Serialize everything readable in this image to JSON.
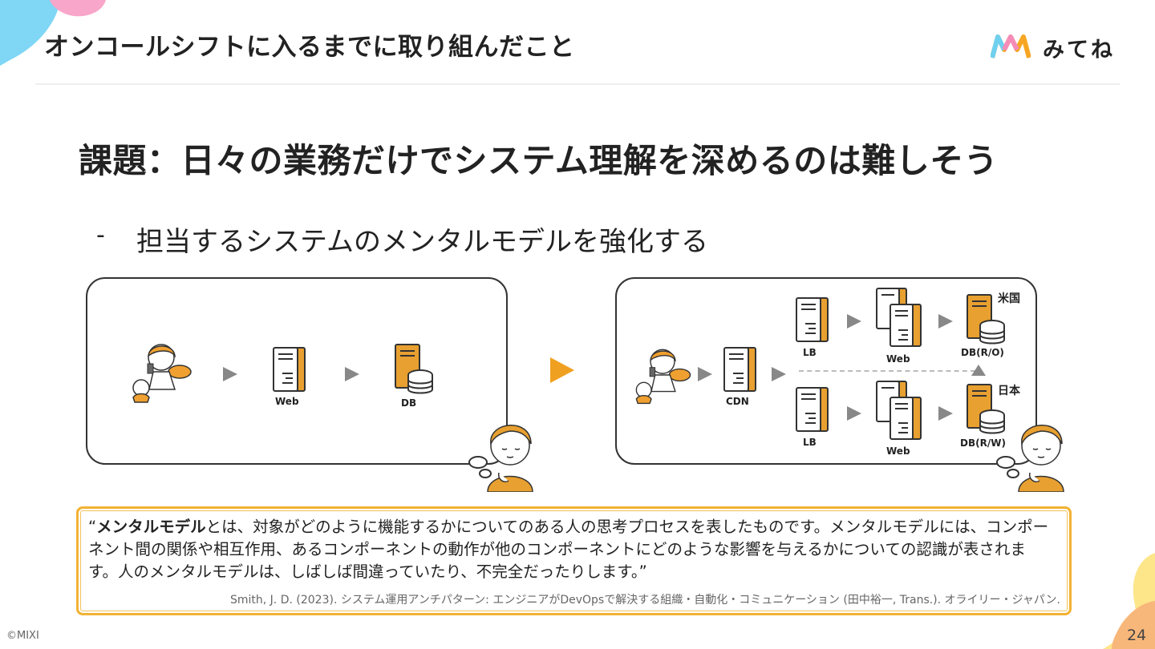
{
  "header": {
    "title": "オンコールシフトに入るまでに取り組んだこと"
  },
  "logo": {
    "text": "みてね",
    "icon": "mitene-logo-icon"
  },
  "main": {
    "title": "課題：日々の業務だけでシステム理解を深めるのは難しそう",
    "bullet": {
      "dash": "-",
      "text": "担当するシステムのメンタルモデルを強化する"
    }
  },
  "diagram_left": {
    "labels": {
      "web": "Web",
      "db": "DB"
    }
  },
  "diagram_right": {
    "labels": {
      "cdn": "CDN",
      "lb_top": "LB",
      "web_top": "Web",
      "db_top": "DB(R/O)",
      "region_top": "米国",
      "lb_bottom": "LB",
      "web_bottom": "Web",
      "db_bottom": "DB(R/W)",
      "region_bottom": "日本"
    }
  },
  "quote": {
    "open": "“",
    "bold": "メンタルモデル",
    "text": "とは、対象がどのように機能するかについてのある人の思考プロセスを表したものです。メンタルモデルには、コンポーネント間の関係や相互作用、あるコンポーネントの動作が他のコンポーネントにどのような影響を与えるかについての認識が表されます。人のメンタルモデルは、しばしば間違っていたり、不完全だったりします。",
    "close": "”",
    "citation": "Smith, J. D. (2023). システム運用アンチパターン: エンジニアがDevOpsで解決する組織・自動化・コミュニケーション (田中裕一, Trans.). オライリー・ジャパン."
  },
  "footer": {
    "copyright": "©MIXI",
    "page": "24"
  },
  "colors": {
    "accent_orange": "#f0a020",
    "server_orange": "#e8a030",
    "quote_border": "#f2b233",
    "arrow_gray": "#888888"
  }
}
